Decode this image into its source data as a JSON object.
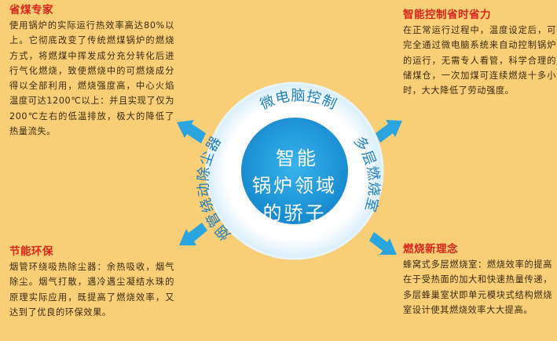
{
  "center": {
    "lines": [
      "智能",
      "锅炉领域",
      "的骄子"
    ]
  },
  "ring": {
    "top": "微电脑控制",
    "right": "多层燃烧室",
    "left": "烟管绕动除尘器"
  },
  "panels": {
    "top_left": {
      "title": "省煤专家",
      "body": "使用锅炉的实际运行热效率高达80%以上。它彻底改变了传统燃煤锅炉的燃烧方式，将燃煤中挥发成分充分转化后进行气化燃烧，致使燃烧中的可燃烧成分得以全部利用，燃烧强度高，中心火焰温度可达1200℃以上：并且实现了仅为200℃左右的低温排放，极大的降低了热量流失。"
    },
    "top_right": {
      "title": "智能控制省时省力",
      "body": "在正常运行过程中，温度设定后，可完全通过微电脑系统来自动控制锅炉的运行，无需专人看管，科学合理的储煤仓，一次加煤可连续燃烧十多小时，大大降低了劳动强度。"
    },
    "bottom_left": {
      "title": "节能环保",
      "body": "烟管环绕吸热除尘器：余热吸收，烟气除尘。烟气打散，遇冷遇尘凝结水珠的原理实际应用，既提高了燃烧效率，又达到了优良的环保效果。"
    },
    "bottom_right": {
      "title": "燃烧新理念",
      "body": "蜂窝式多层燃烧室：燃烧效率的提高在于受热面的加大和快速热量传递，多层蜂巢室状即单元模块式结构燃烧室设计使其燃烧效率大大提高。"
    }
  },
  "colors": {
    "background": "#f8cf76",
    "title_red": "#d9251d",
    "ring_blue": "#1f7fc1",
    "arrow_blue": "#2aa5e0"
  }
}
